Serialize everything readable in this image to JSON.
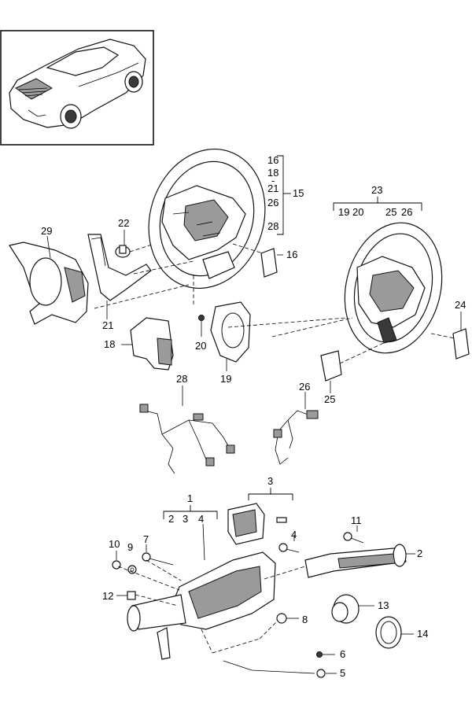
{
  "diagram": {
    "title": "Steering wheel and steering column exploded parts diagram",
    "labels": {
      "p1": "1",
      "p2": "2",
      "p2b": "2",
      "p3": "3",
      "p3b": "3",
      "p4": "4",
      "p4b": "4",
      "p5": "5",
      "p6": "6",
      "p7": "7",
      "p8": "8",
      "p9": "9",
      "p10": "10",
      "p11": "11",
      "p12": "12",
      "p13": "13",
      "p14": "14",
      "p15": "15",
      "p16a": "16",
      "p16b": "16",
      "p18a": "18",
      "p18b": "18",
      "p19": "19",
      "p19b": "19",
      "p20": "20",
      "p20b": "20",
      "p21a": "21",
      "p21b": "21",
      "p22": "22",
      "p23": "23",
      "p24": "24",
      "p25": "25",
      "p25b": "25",
      "p26a": "26",
      "p26b": "26",
      "p26c": "26",
      "p28a": "28",
      "p28b": "28",
      "p29": "29",
      "dash": "-"
    }
  }
}
